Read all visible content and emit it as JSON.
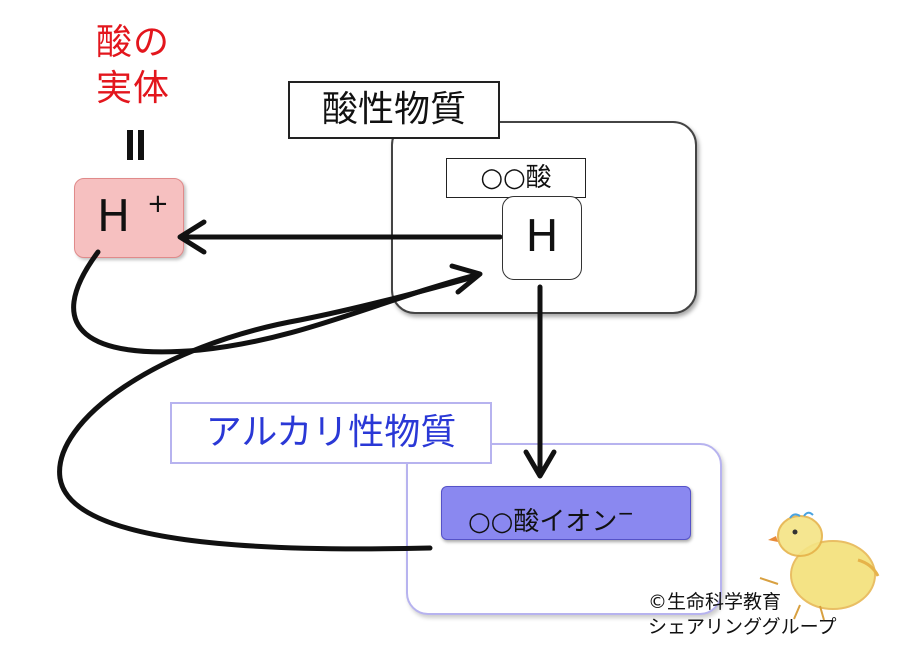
{
  "acid_essence": {
    "line1": "酸の",
    "line2": "実体"
  },
  "hplus": {
    "symbol": "H",
    "charge": "+"
  },
  "acid_substance": {
    "title": "酸性物質",
    "compound": "○○酸",
    "h_atom": "H"
  },
  "alkaline_substance": {
    "title": "アルカリ性物質",
    "ion": "○○酸イオン",
    "ion_charge": "−"
  },
  "copyright": {
    "line1": "©生命科学教育",
    "line2": "シェアリンググループ"
  },
  "colors": {
    "essence_text": "#e3161d",
    "hplus_fill": "#f6c0c0",
    "alkaline_text": "#2a38d6",
    "alkaline_border": "#b7b3ef",
    "ion_fill": "#8a88f0"
  }
}
